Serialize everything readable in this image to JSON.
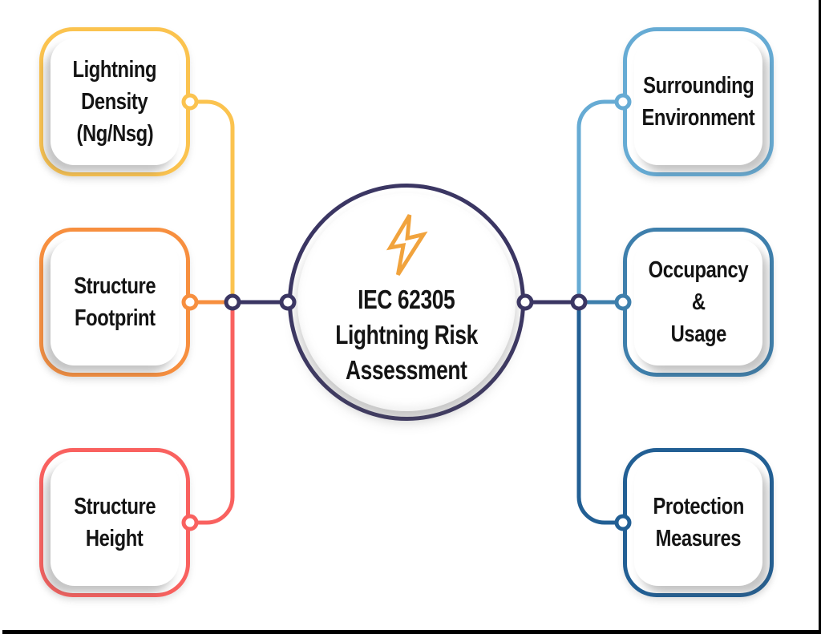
{
  "diagram": {
    "title": "IEC 62305 Lightning Risk Assessment mind map",
    "trunk_color": "#3b3663",
    "center": {
      "icon": "lightning-bolt",
      "bolt_color": "#f1a33d",
      "ring_color": "#3b3663",
      "title_lines": [
        "IEC 62305",
        "Lightning Risk",
        "Assessment"
      ]
    },
    "left_boxes": [
      {
        "id": "lightning-density",
        "lines": [
          "Lightning",
          "Density",
          "(Ng/Nsg)"
        ],
        "color": "#fbc34f"
      },
      {
        "id": "structure-footprint",
        "lines": [
          "Structure",
          "Footprint"
        ],
        "color": "#f78f3f"
      },
      {
        "id": "structure-height",
        "lines": [
          "Structure",
          "Height"
        ],
        "color": "#f9615f"
      }
    ],
    "right_boxes": [
      {
        "id": "surrounding-environment",
        "lines": [
          "Surrounding",
          "Environment"
        ],
        "color": "#66abd4"
      },
      {
        "id": "occupancy-usage",
        "lines": [
          "Occupancy",
          "&",
          "Usage"
        ],
        "color": "#3e7fac"
      },
      {
        "id": "protection-measures",
        "lines": [
          "Protection",
          "Measures"
        ],
        "color": "#225f94"
      }
    ],
    "frame": {
      "right_border": "#000000",
      "bottom_border": "#000000"
    }
  }
}
